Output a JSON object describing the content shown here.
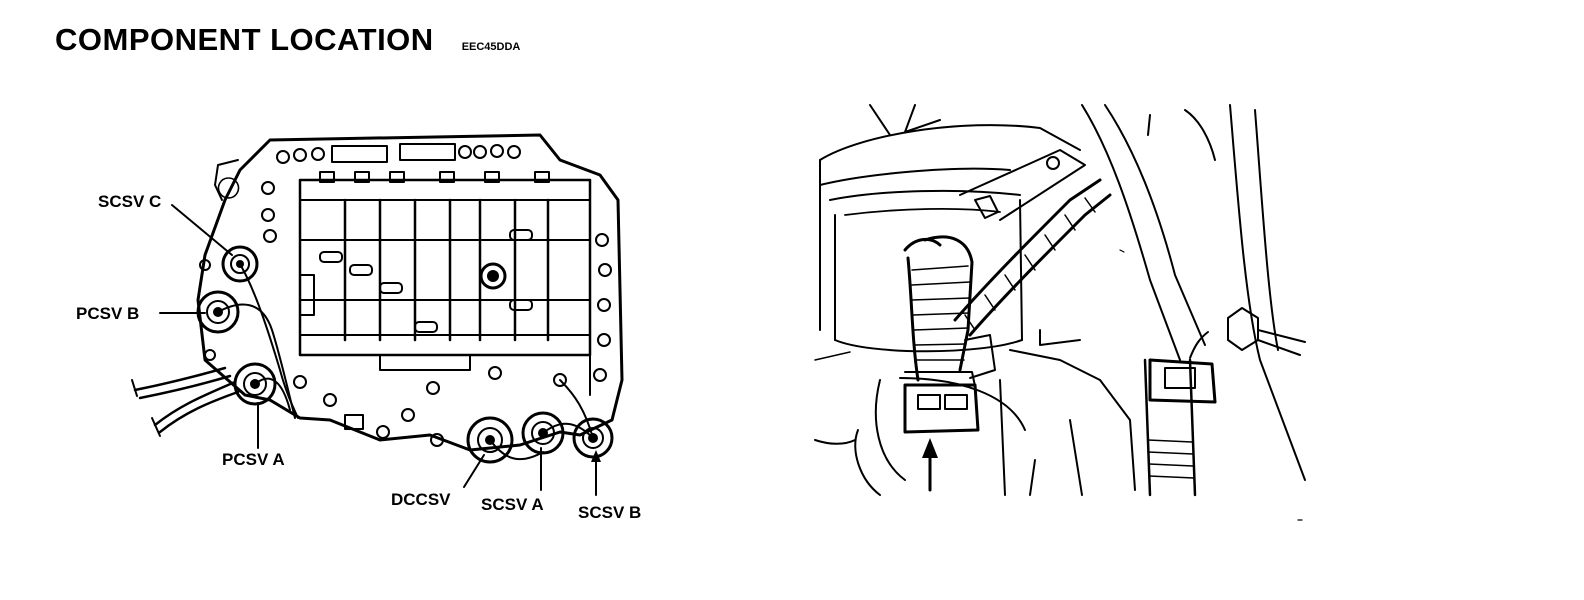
{
  "header": {
    "title": "COMPONENT LOCATION",
    "code": "EEC45DDA"
  },
  "labels": {
    "scsv_c": "SCSV C",
    "pcsv_b": "PCSV B",
    "pcsv_a": "PCSV A",
    "dccsv": "DCCSV",
    "scsv_a": "SCSV A",
    "scsv_b": "SCSV B"
  }
}
